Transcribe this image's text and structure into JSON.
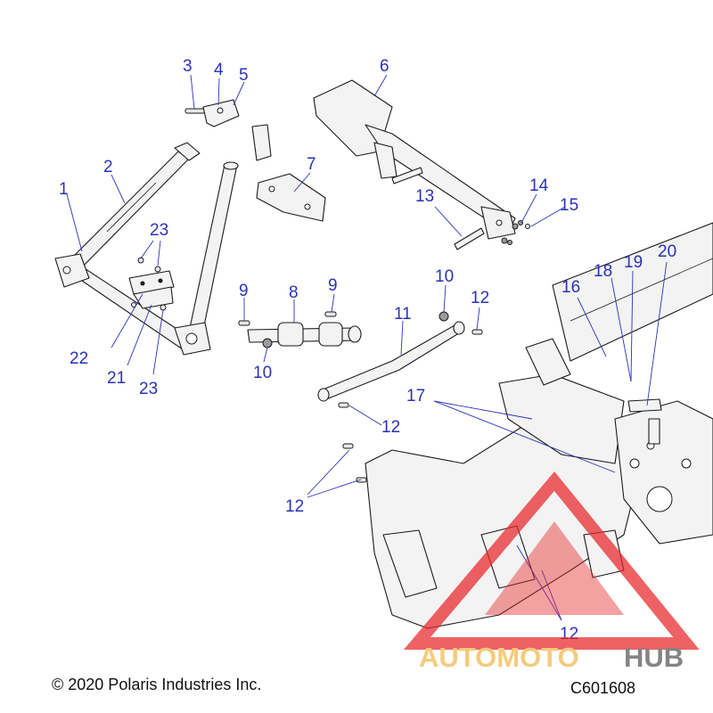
{
  "callouts": [
    {
      "id": "1",
      "label": "1"
    },
    {
      "id": "2",
      "label": "2"
    },
    {
      "id": "3",
      "label": "3"
    },
    {
      "id": "4",
      "label": "4"
    },
    {
      "id": "5",
      "label": "5"
    },
    {
      "id": "6",
      "label": "6"
    },
    {
      "id": "7",
      "label": "7"
    },
    {
      "id": "8",
      "label": "8"
    },
    {
      "id": "9a",
      "label": "9"
    },
    {
      "id": "9b",
      "label": "9"
    },
    {
      "id": "10a",
      "label": "10"
    },
    {
      "id": "10b",
      "label": "10"
    },
    {
      "id": "11",
      "label": "11"
    },
    {
      "id": "12a",
      "label": "12"
    },
    {
      "id": "12b",
      "label": "12"
    },
    {
      "id": "12c",
      "label": "12"
    },
    {
      "id": "12d",
      "label": "12"
    },
    {
      "id": "13",
      "label": "13"
    },
    {
      "id": "14",
      "label": "14"
    },
    {
      "id": "15",
      "label": "15"
    },
    {
      "id": "16",
      "label": "16"
    },
    {
      "id": "17",
      "label": "17"
    },
    {
      "id": "18",
      "label": "18"
    },
    {
      "id": "19",
      "label": "19"
    },
    {
      "id": "20",
      "label": "20"
    },
    {
      "id": "21",
      "label": "21"
    },
    {
      "id": "22",
      "label": "22"
    },
    {
      "id": "23a",
      "label": "23"
    },
    {
      "id": "23b",
      "label": "23"
    }
  ],
  "footer": {
    "copyright": "© 2020 Polaris Industries Inc.",
    "drawing_code": "C601608"
  },
  "watermark": {
    "brand_part1": "AUTOMOTO",
    "brand_part2": "HUB",
    "colors": {
      "primary": "#e8262a",
      "accent": "#f2b84b",
      "dark": "#555555"
    }
  },
  "colors": {
    "callout": "#2a32b8",
    "outline": "#1a1a1a"
  }
}
